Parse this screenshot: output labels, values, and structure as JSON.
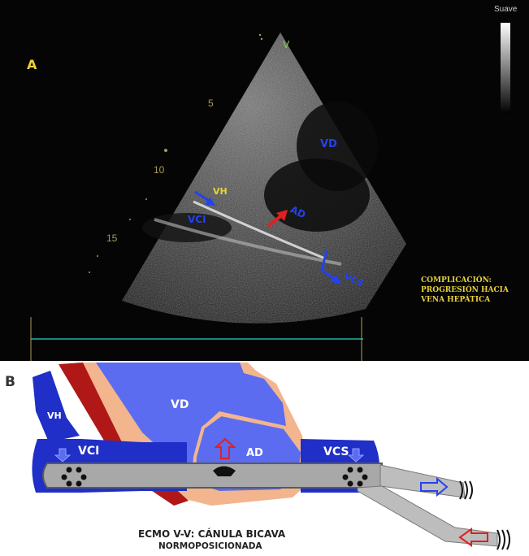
{
  "panel_a": {
    "letter": "A",
    "gain_label": "Suave",
    "depth_ticks": [
      "5",
      "10",
      "15"
    ],
    "labels": {
      "v": "V",
      "vd": "VD",
      "vh": "VH",
      "vci": "VCI",
      "ad": "AD",
      "vcs": "VCS"
    },
    "complication": [
      "COMPLICACIÓN:",
      "PROGRESIÓN HACIA",
      "VENA HEPÁTICA"
    ],
    "colors": {
      "label_blue": "#2342f0",
      "label_yellow": "#e8d23a",
      "arrow_red": "#e02020",
      "tick": "#a89a58"
    }
  },
  "panel_b": {
    "letter": "B",
    "labels": {
      "vh": "VH",
      "vd": "VD",
      "ad": "AD",
      "vci": "VCI",
      "vcs": "VCS"
    },
    "caption_line1": "ECMO V-V: CÁNULA BICAVA",
    "caption_line2": "NORMOPOSICIONADA",
    "colors": {
      "vein_blue": "#1f2fc7",
      "heart_blue": "#5b6cf0",
      "pericardium": "#f2b58e",
      "artery_red": "#b01818",
      "cannula_gray": "#a8a8a8"
    }
  }
}
